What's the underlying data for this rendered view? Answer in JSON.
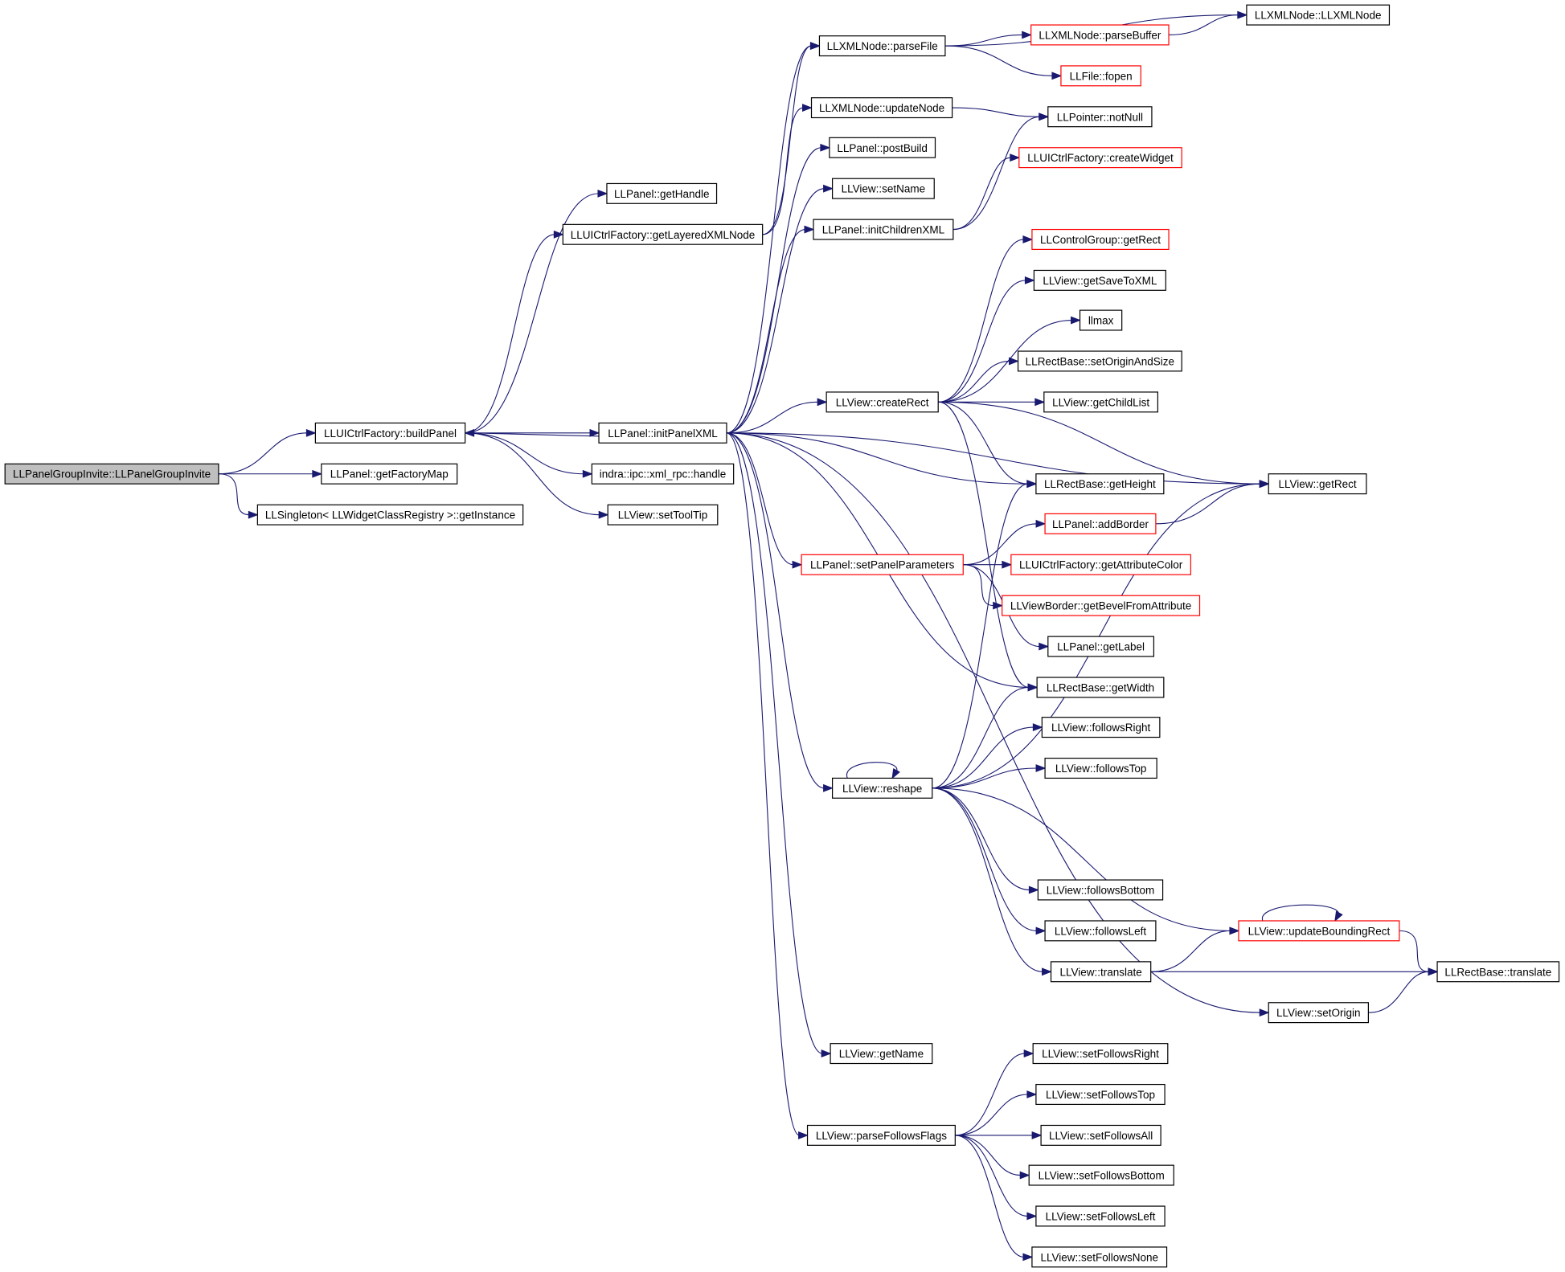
{
  "colors": {
    "edge": "#191970",
    "node_border": "#000000",
    "incomplete_border": "#ff0000",
    "root_fill": "#bfbfbf",
    "background": "#ffffff"
  },
  "nodes": [
    {
      "id": "root",
      "label": "LLPanelGroupInvite::LLPanelGroupInvite",
      "style": "root"
    },
    {
      "id": "buildPanel",
      "label": "LLUICtrlFactory::buildPanel"
    },
    {
      "id": "getFactoryMap",
      "label": "LLPanel::getFactoryMap"
    },
    {
      "id": "getInstance",
      "label": "LLSingleton< LLWidgetClassRegistry >::getInstance"
    },
    {
      "id": "getHandle",
      "label": "LLPanel::getHandle"
    },
    {
      "id": "getLayeredXMLNode",
      "label": "LLUICtrlFactory::getLayeredXMLNode"
    },
    {
      "id": "initPanelXML",
      "label": "LLPanel::initPanelXML"
    },
    {
      "id": "xmlrpcHandle",
      "label": "indra::ipc::xml_rpc::handle"
    },
    {
      "id": "setToolTip",
      "label": "LLView::setToolTip"
    },
    {
      "id": "parseFile",
      "label": "LLXMLNode::parseFile"
    },
    {
      "id": "updateNode",
      "label": "LLXMLNode::updateNode"
    },
    {
      "id": "postBuild",
      "label": "LLPanel::postBuild"
    },
    {
      "id": "setName",
      "label": "LLView::setName"
    },
    {
      "id": "initChildrenXML",
      "label": "LLPanel::initChildrenXML"
    },
    {
      "id": "createRect",
      "label": "LLView::createRect"
    },
    {
      "id": "setPanelParameters",
      "label": "LLPanel::setPanelParameters",
      "style": "red"
    },
    {
      "id": "reshape",
      "label": "LLView::reshape"
    },
    {
      "id": "getName",
      "label": "LLView::getName"
    },
    {
      "id": "parseFollowsFlags",
      "label": "LLView::parseFollowsFlags"
    },
    {
      "id": "parseBuffer",
      "label": "LLXMLNode::parseBuffer",
      "style": "red"
    },
    {
      "id": "fopen",
      "label": "LLFile::fopen",
      "style": "red"
    },
    {
      "id": "notNull",
      "label": "LLPointer::notNull"
    },
    {
      "id": "createWidget",
      "label": "LLUICtrlFactory::createWidget",
      "style": "red"
    },
    {
      "id": "cgGetRect",
      "label": "LLControlGroup::getRect",
      "style": "red"
    },
    {
      "id": "getSaveToXML",
      "label": "LLView::getSaveToXML"
    },
    {
      "id": "llmax",
      "label": "llmax"
    },
    {
      "id": "setOriginAndSize",
      "label": "LLRectBase::setOriginAndSize"
    },
    {
      "id": "getChildList",
      "label": "LLView::getChildList"
    },
    {
      "id": "getHeight",
      "label": "LLRectBase::getHeight"
    },
    {
      "id": "addBorder",
      "label": "LLPanel::addBorder",
      "style": "red"
    },
    {
      "id": "getAttributeColor",
      "label": "LLUICtrlFactory::getAttributeColor",
      "style": "red"
    },
    {
      "id": "getBevelFromAttribute",
      "label": "LLViewBorder::getBevelFromAttribute",
      "style": "red"
    },
    {
      "id": "getLabel",
      "label": "LLPanel::getLabel"
    },
    {
      "id": "getWidth",
      "label": "LLRectBase::getWidth"
    },
    {
      "id": "followsRight",
      "label": "LLView::followsRight"
    },
    {
      "id": "followsTop",
      "label": "LLView::followsTop"
    },
    {
      "id": "followsBottom",
      "label": "LLView::followsBottom"
    },
    {
      "id": "followsLeft",
      "label": "LLView::followsLeft"
    },
    {
      "id": "translate",
      "label": "LLView::translate"
    },
    {
      "id": "setOrigin",
      "label": "LLView::setOrigin"
    },
    {
      "id": "setFollowsRight",
      "label": "LLView::setFollowsRight"
    },
    {
      "id": "setFollowsTop",
      "label": "LLView::setFollowsTop"
    },
    {
      "id": "setFollowsAll",
      "label": "LLView::setFollowsAll"
    },
    {
      "id": "setFollowsBottom",
      "label": "LLView::setFollowsBottom"
    },
    {
      "id": "setFollowsLeft",
      "label": "LLView::setFollowsLeft"
    },
    {
      "id": "setFollowsNone",
      "label": "LLView::setFollowsNone"
    },
    {
      "id": "xmlNodeCtor",
      "label": "LLXMLNode::LLXMLNode"
    },
    {
      "id": "viewGetRect",
      "label": "LLView::getRect"
    },
    {
      "id": "updateBoundingRect",
      "label": "LLView::updateBoundingRect",
      "style": "red"
    },
    {
      "id": "rectTranslate",
      "label": "LLRectBase::translate"
    }
  ],
  "edges": [
    [
      "root",
      "buildPanel"
    ],
    [
      "root",
      "getFactoryMap"
    ],
    [
      "root",
      "getInstance"
    ],
    [
      "buildPanel",
      "getHandle"
    ],
    [
      "buildPanel",
      "getLayeredXMLNode"
    ],
    [
      "buildPanel",
      "initPanelXML"
    ],
    [
      "buildPanel",
      "xmlrpcHandle"
    ],
    [
      "buildPanel",
      "setToolTip"
    ],
    [
      "getLayeredXMLNode",
      "parseFile"
    ],
    [
      "getLayeredXMLNode",
      "updateNode"
    ],
    [
      "parseFile",
      "xmlNodeCtor"
    ],
    [
      "parseFile",
      "parseBuffer"
    ],
    [
      "parseFile",
      "fopen"
    ],
    [
      "parseBuffer",
      "xmlNodeCtor"
    ],
    [
      "updateNode",
      "notNull"
    ],
    [
      "initPanelXML",
      "buildPanel"
    ],
    [
      "initPanelXML",
      "parseFile"
    ],
    [
      "initPanelXML",
      "postBuild"
    ],
    [
      "initPanelXML",
      "setName"
    ],
    [
      "initPanelXML",
      "initChildrenXML"
    ],
    [
      "initPanelXML",
      "viewGetRect"
    ],
    [
      "initPanelXML",
      "createRect"
    ],
    [
      "initPanelXML",
      "getHeight"
    ],
    [
      "initPanelXML",
      "setPanelParameters"
    ],
    [
      "initPanelXML",
      "getWidth"
    ],
    [
      "initPanelXML",
      "reshape"
    ],
    [
      "initPanelXML",
      "setOrigin"
    ],
    [
      "initPanelXML",
      "getName"
    ],
    [
      "initPanelXML",
      "parseFollowsFlags"
    ],
    [
      "initChildrenXML",
      "notNull"
    ],
    [
      "initChildrenXML",
      "createWidget"
    ],
    [
      "createRect",
      "cgGetRect"
    ],
    [
      "createRect",
      "getSaveToXML"
    ],
    [
      "createRect",
      "llmax"
    ],
    [
      "createRect",
      "setOriginAndSize"
    ],
    [
      "createRect",
      "getChildList"
    ],
    [
      "createRect",
      "viewGetRect"
    ],
    [
      "createRect",
      "getHeight"
    ],
    [
      "createRect",
      "getWidth"
    ],
    [
      "setPanelParameters",
      "addBorder"
    ],
    [
      "setPanelParameters",
      "getAttributeColor"
    ],
    [
      "setPanelParameters",
      "getBevelFromAttribute"
    ],
    [
      "setPanelParameters",
      "getLabel"
    ],
    [
      "addBorder",
      "viewGetRect"
    ],
    [
      "reshape",
      "reshape"
    ],
    [
      "reshape",
      "getHeight"
    ],
    [
      "reshape",
      "getWidth"
    ],
    [
      "reshape",
      "followsRight"
    ],
    [
      "reshape",
      "followsTop"
    ],
    [
      "reshape",
      "viewGetRect"
    ],
    [
      "reshape",
      "updateBoundingRect"
    ],
    [
      "reshape",
      "followsBottom"
    ],
    [
      "reshape",
      "followsLeft"
    ],
    [
      "reshape",
      "translate"
    ],
    [
      "translate",
      "updateBoundingRect"
    ],
    [
      "translate",
      "rectTranslate"
    ],
    [
      "updateBoundingRect",
      "updateBoundingRect"
    ],
    [
      "updateBoundingRect",
      "rectTranslate"
    ],
    [
      "setOrigin",
      "rectTranslate"
    ],
    [
      "parseFollowsFlags",
      "setFollowsRight"
    ],
    [
      "parseFollowsFlags",
      "setFollowsTop"
    ],
    [
      "parseFollowsFlags",
      "setFollowsAll"
    ],
    [
      "parseFollowsFlags",
      "setFollowsBottom"
    ],
    [
      "parseFollowsFlags",
      "setFollowsLeft"
    ],
    [
      "parseFollowsFlags",
      "setFollowsNone"
    ]
  ]
}
